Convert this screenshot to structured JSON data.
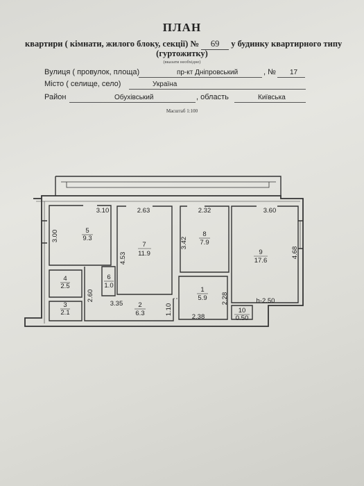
{
  "header": {
    "title": "ПЛАН",
    "line1_prefix": "квартири ( кімнати, жилого блоку, секції) №",
    "apartment_no": "69",
    "line1_suffix": "у будинку квартирного типу",
    "line2": "(гуртожитку)",
    "note": "(вказати необхідне)"
  },
  "address": {
    "street_label": "Вулиця ( провулок, площа)",
    "street_value": "пр-кт  Дніпровський",
    "number_label": ", №",
    "number_value": "17",
    "city_label": "Місто ( селище, село)",
    "city_value": "Україна",
    "district_label": "Район",
    "district_value": "Обухівський",
    "oblast_label": ", область",
    "oblast_value": "Київська"
  },
  "scale": "Масштаб 1:100",
  "rooms": [
    {
      "id": "5",
      "area": "9.3"
    },
    {
      "id": "7",
      "area": "11.9"
    },
    {
      "id": "8",
      "area": "7.9"
    },
    {
      "id": "9",
      "area": "17.6"
    },
    {
      "id": "4",
      "area": "2.5"
    },
    {
      "id": "6",
      "area": "1.0"
    },
    {
      "id": "3",
      "area": "2.1"
    },
    {
      "id": "2",
      "area": "6.3"
    },
    {
      "id": "1",
      "area": "5.9"
    },
    {
      "id": "10",
      "area": "0.50"
    }
  ],
  "dimensions": {
    "d310": "3.10",
    "d263": "2.63",
    "d232": "2.32",
    "d360": "3.60",
    "d300": "3.00",
    "d453": "4.53",
    "d342": "3.42",
    "d468": "4.68",
    "d260": "2.60",
    "d335": "3.35",
    "d110": "1.10",
    "d238": "2.38",
    "d228": "2.28",
    "h250": "h-2.50"
  }
}
